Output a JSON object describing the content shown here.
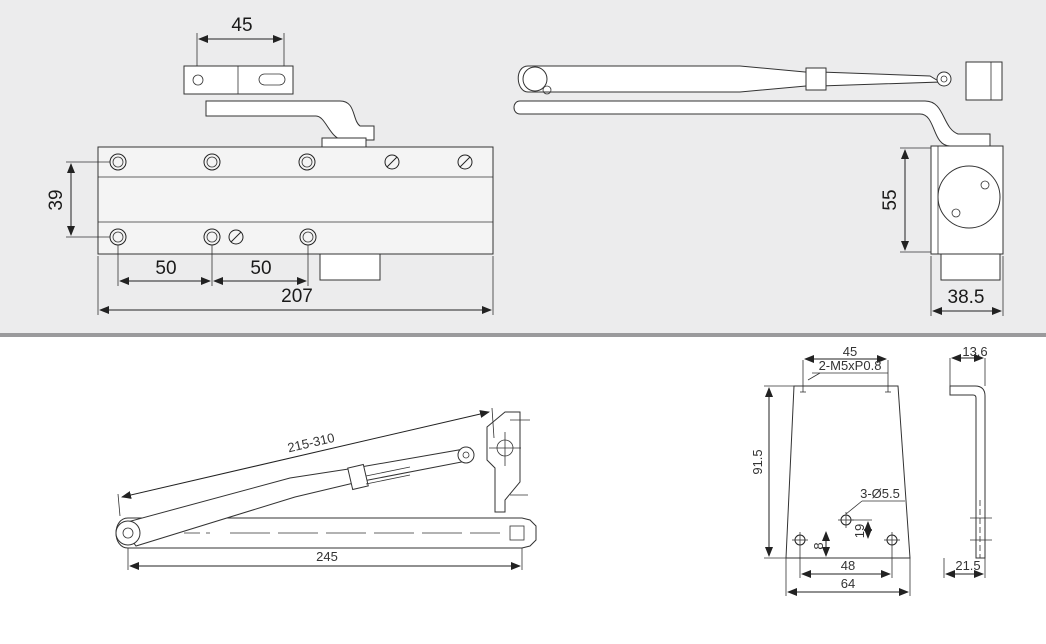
{
  "top_view": {
    "dim_bracket_width": "45",
    "dim_hole_spacing_vertical": "39",
    "dim_hole_pitch_1": "50",
    "dim_hole_pitch_2": "50",
    "dim_body_length": "207"
  },
  "side_view": {
    "dim_height": "55",
    "dim_depth": "38.5"
  },
  "arm_view": {
    "dim_arm_reach": "215-310",
    "dim_arm_length": "245"
  },
  "bracket_front": {
    "dim_top_width": "45",
    "thread_note": "2-M5xP0.8",
    "hole_note": "3-Ø5.5",
    "dim_height": "91.5",
    "dim_hole_offset_v": "19",
    "dim_hole_offset_small": "8",
    "dim_hole_span": "48",
    "dim_bottom_width": "64"
  },
  "bracket_side": {
    "dim_thickness_top": "13.6",
    "dim_depth_bottom": "21.5"
  },
  "colors": {
    "top_background": "#ececed",
    "divider": "#9a9a9c",
    "line": "#222222"
  }
}
